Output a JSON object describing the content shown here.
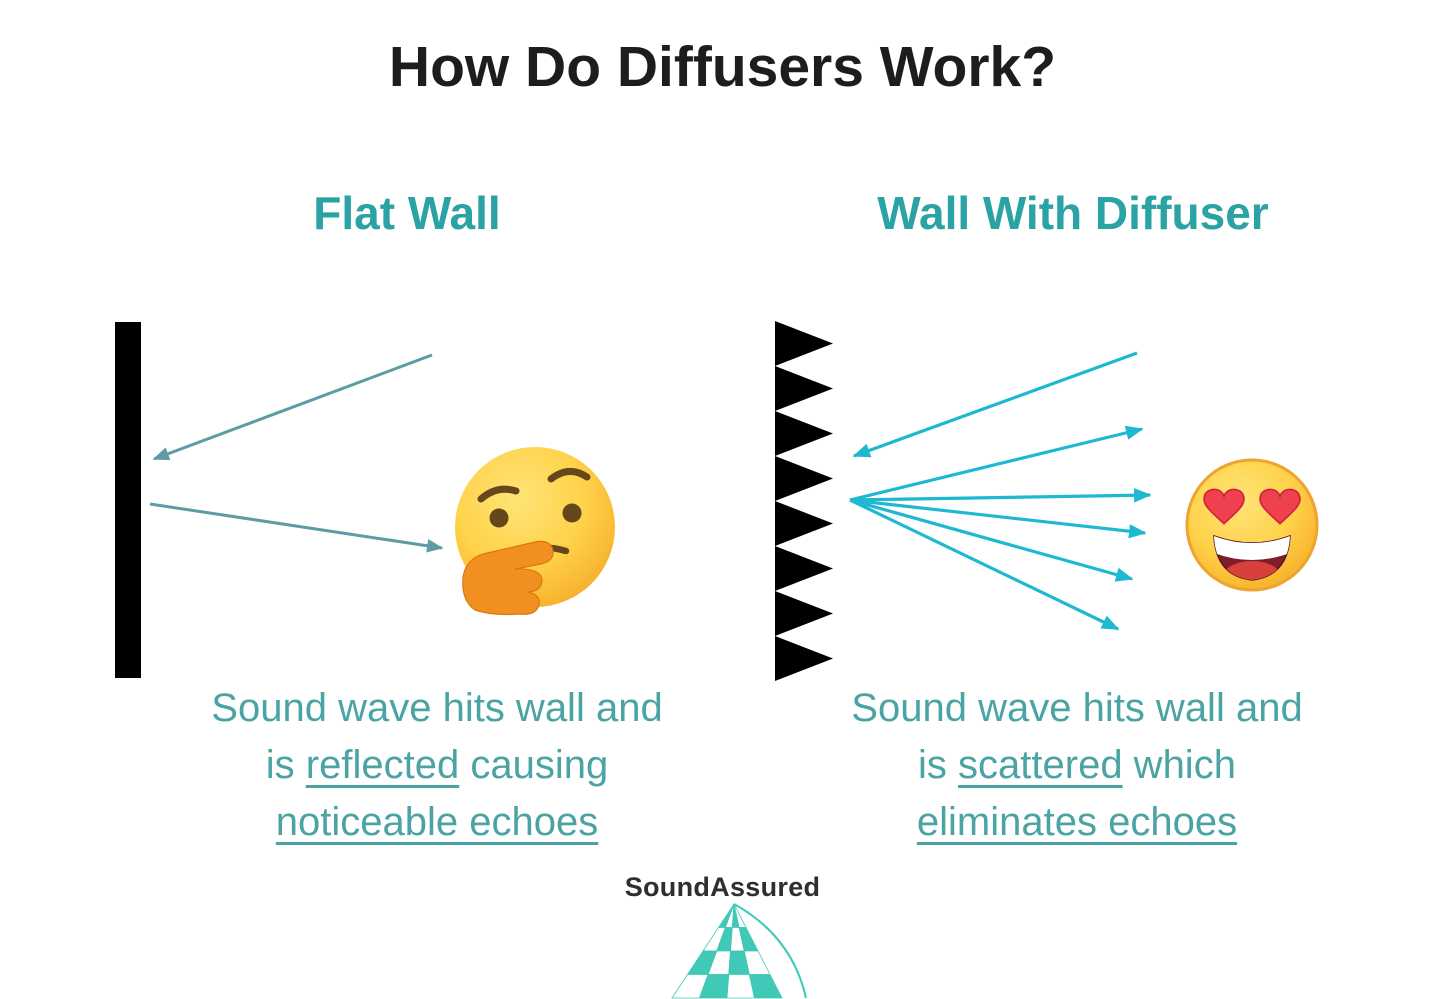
{
  "title": "How Do Diffusers Work?",
  "panels": {
    "left": {
      "heading": "Flat Wall",
      "caption": {
        "line1": "Sound wave hits wall and",
        "line2_pre": "is ",
        "line2_underline": "reflected",
        "line2_post": " causing",
        "line3_underline": "noticeable echoes"
      },
      "emoji": "thinking-face"
    },
    "right": {
      "heading": "Wall With Diffuser",
      "caption": {
        "line1": "Sound wave hits wall and",
        "line2_pre": "is ",
        "line2_underline": "scattered",
        "line2_post": " which",
        "line3_underline": "eliminates echoes"
      },
      "emoji": "heart-eyes-face"
    }
  },
  "logo": {
    "text": "SoundAssured"
  },
  "colors": {
    "title": "#1d1d1d",
    "heading": "#2ba2a3",
    "caption": "#4ba3a3",
    "arrow_reflect": "#5d9ca4",
    "arrow_scatter": "#1fb8d1",
    "wall": "#000000",
    "logo_teal": "#3fc9b6",
    "logo_text": "#2f2f2f"
  }
}
